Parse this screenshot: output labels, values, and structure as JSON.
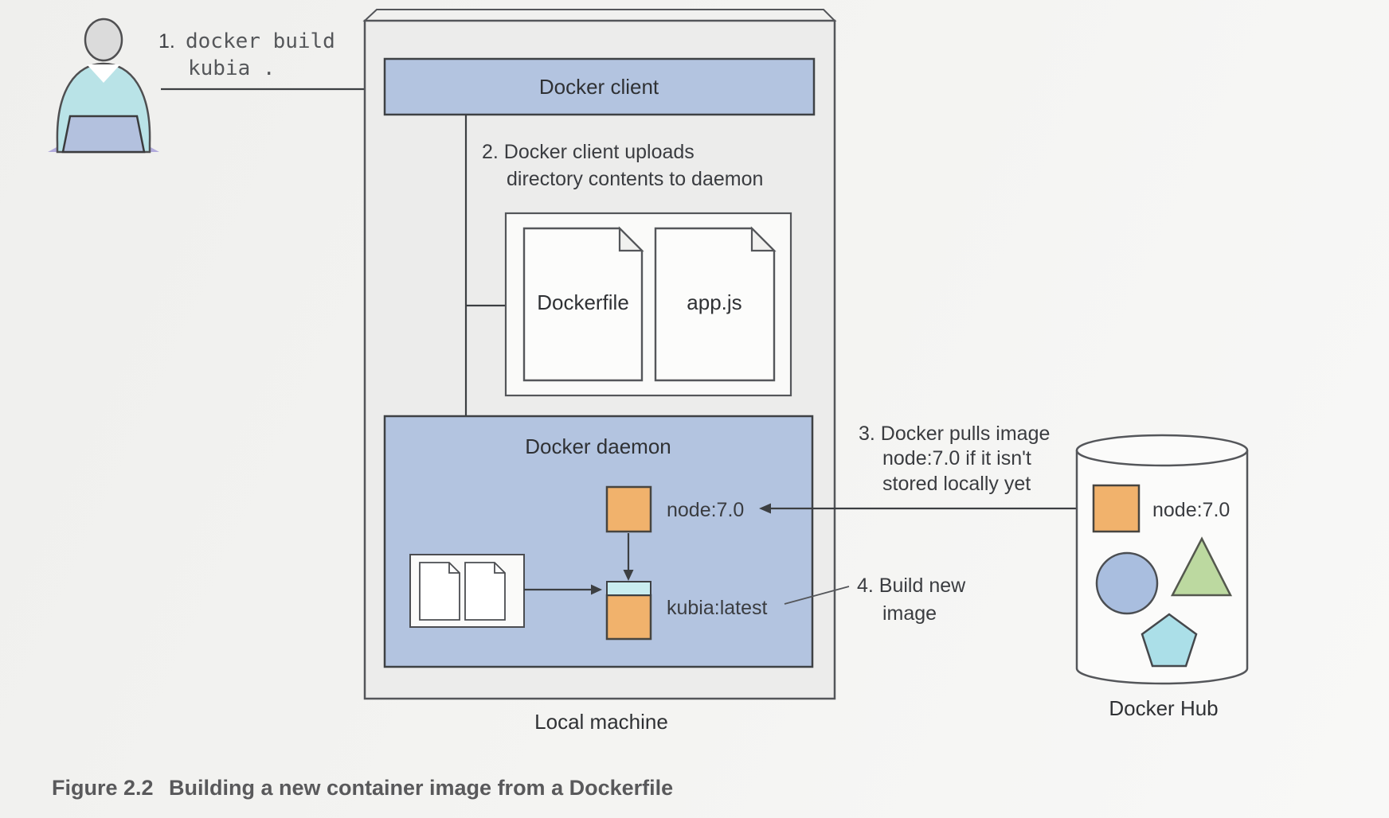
{
  "figure": {
    "step1": {
      "number": "1.",
      "command_line1": "docker build",
      "command_line2": "kubia ."
    },
    "docker_client_label": "Docker client",
    "step2_line1": "2. Docker client uploads",
    "step2_line2": "directory contents to daemon",
    "files": {
      "dockerfile": "Dockerfile",
      "appjs": "app.js"
    },
    "docker_daemon_label": "Docker daemon",
    "node_image_label": "node:7.0",
    "kubia_image_label": "kubia:latest",
    "step3_line1": "3. Docker pulls image",
    "step3_line2": "node:7.0 if it isn't",
    "step3_line3": "stored locally yet",
    "step4_line1": "4. Build new",
    "step4_line2": "image",
    "local_machine_label": "Local machine",
    "docker_hub": {
      "label": "Docker Hub",
      "node_image_label": "node:7.0"
    },
    "caption": {
      "label": "Figure 2.2",
      "title": "Building a new container image from a Dockerfile"
    }
  },
  "colors": {
    "panel_blue": "#b3c4e0",
    "machine_gray": "#ececeb",
    "image_orange": "#f1b26c",
    "layer_cyan": "#c9edf0",
    "shirt_teal": "#b9e3e7",
    "laptop_blue": "#b3c1de",
    "laptop_shadow_purple": "#b2abdc",
    "hub_circle_blue": "#a9bedf",
    "hub_triangle_green": "#bcd9a0",
    "hub_pentagon_cyan": "#abdfe8",
    "line_dark": "#3c3f42",
    "background": "#f4f4f2"
  }
}
